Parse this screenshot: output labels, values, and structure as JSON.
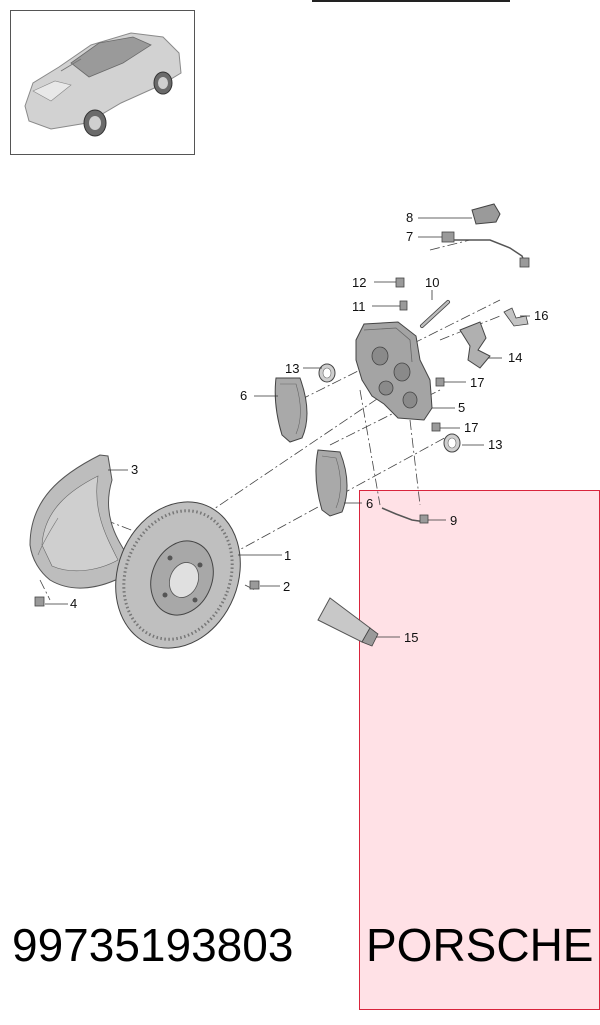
{
  "part_number": "99735193803",
  "brand": "PORSCHE",
  "thumbnail": {
    "icon": "car-thumbnail-icon"
  },
  "callouts": [
    "1",
    "2",
    "3",
    "4",
    "5",
    "6",
    "6",
    "7",
    "8",
    "9",
    "10",
    "11",
    "12",
    "13",
    "13",
    "14",
    "15",
    "16",
    "17",
    "17"
  ],
  "colors": {
    "highlight_fill": "#ffe1e6",
    "highlight_border": "#d9243c",
    "part_gray": "#b9b9b9"
  }
}
